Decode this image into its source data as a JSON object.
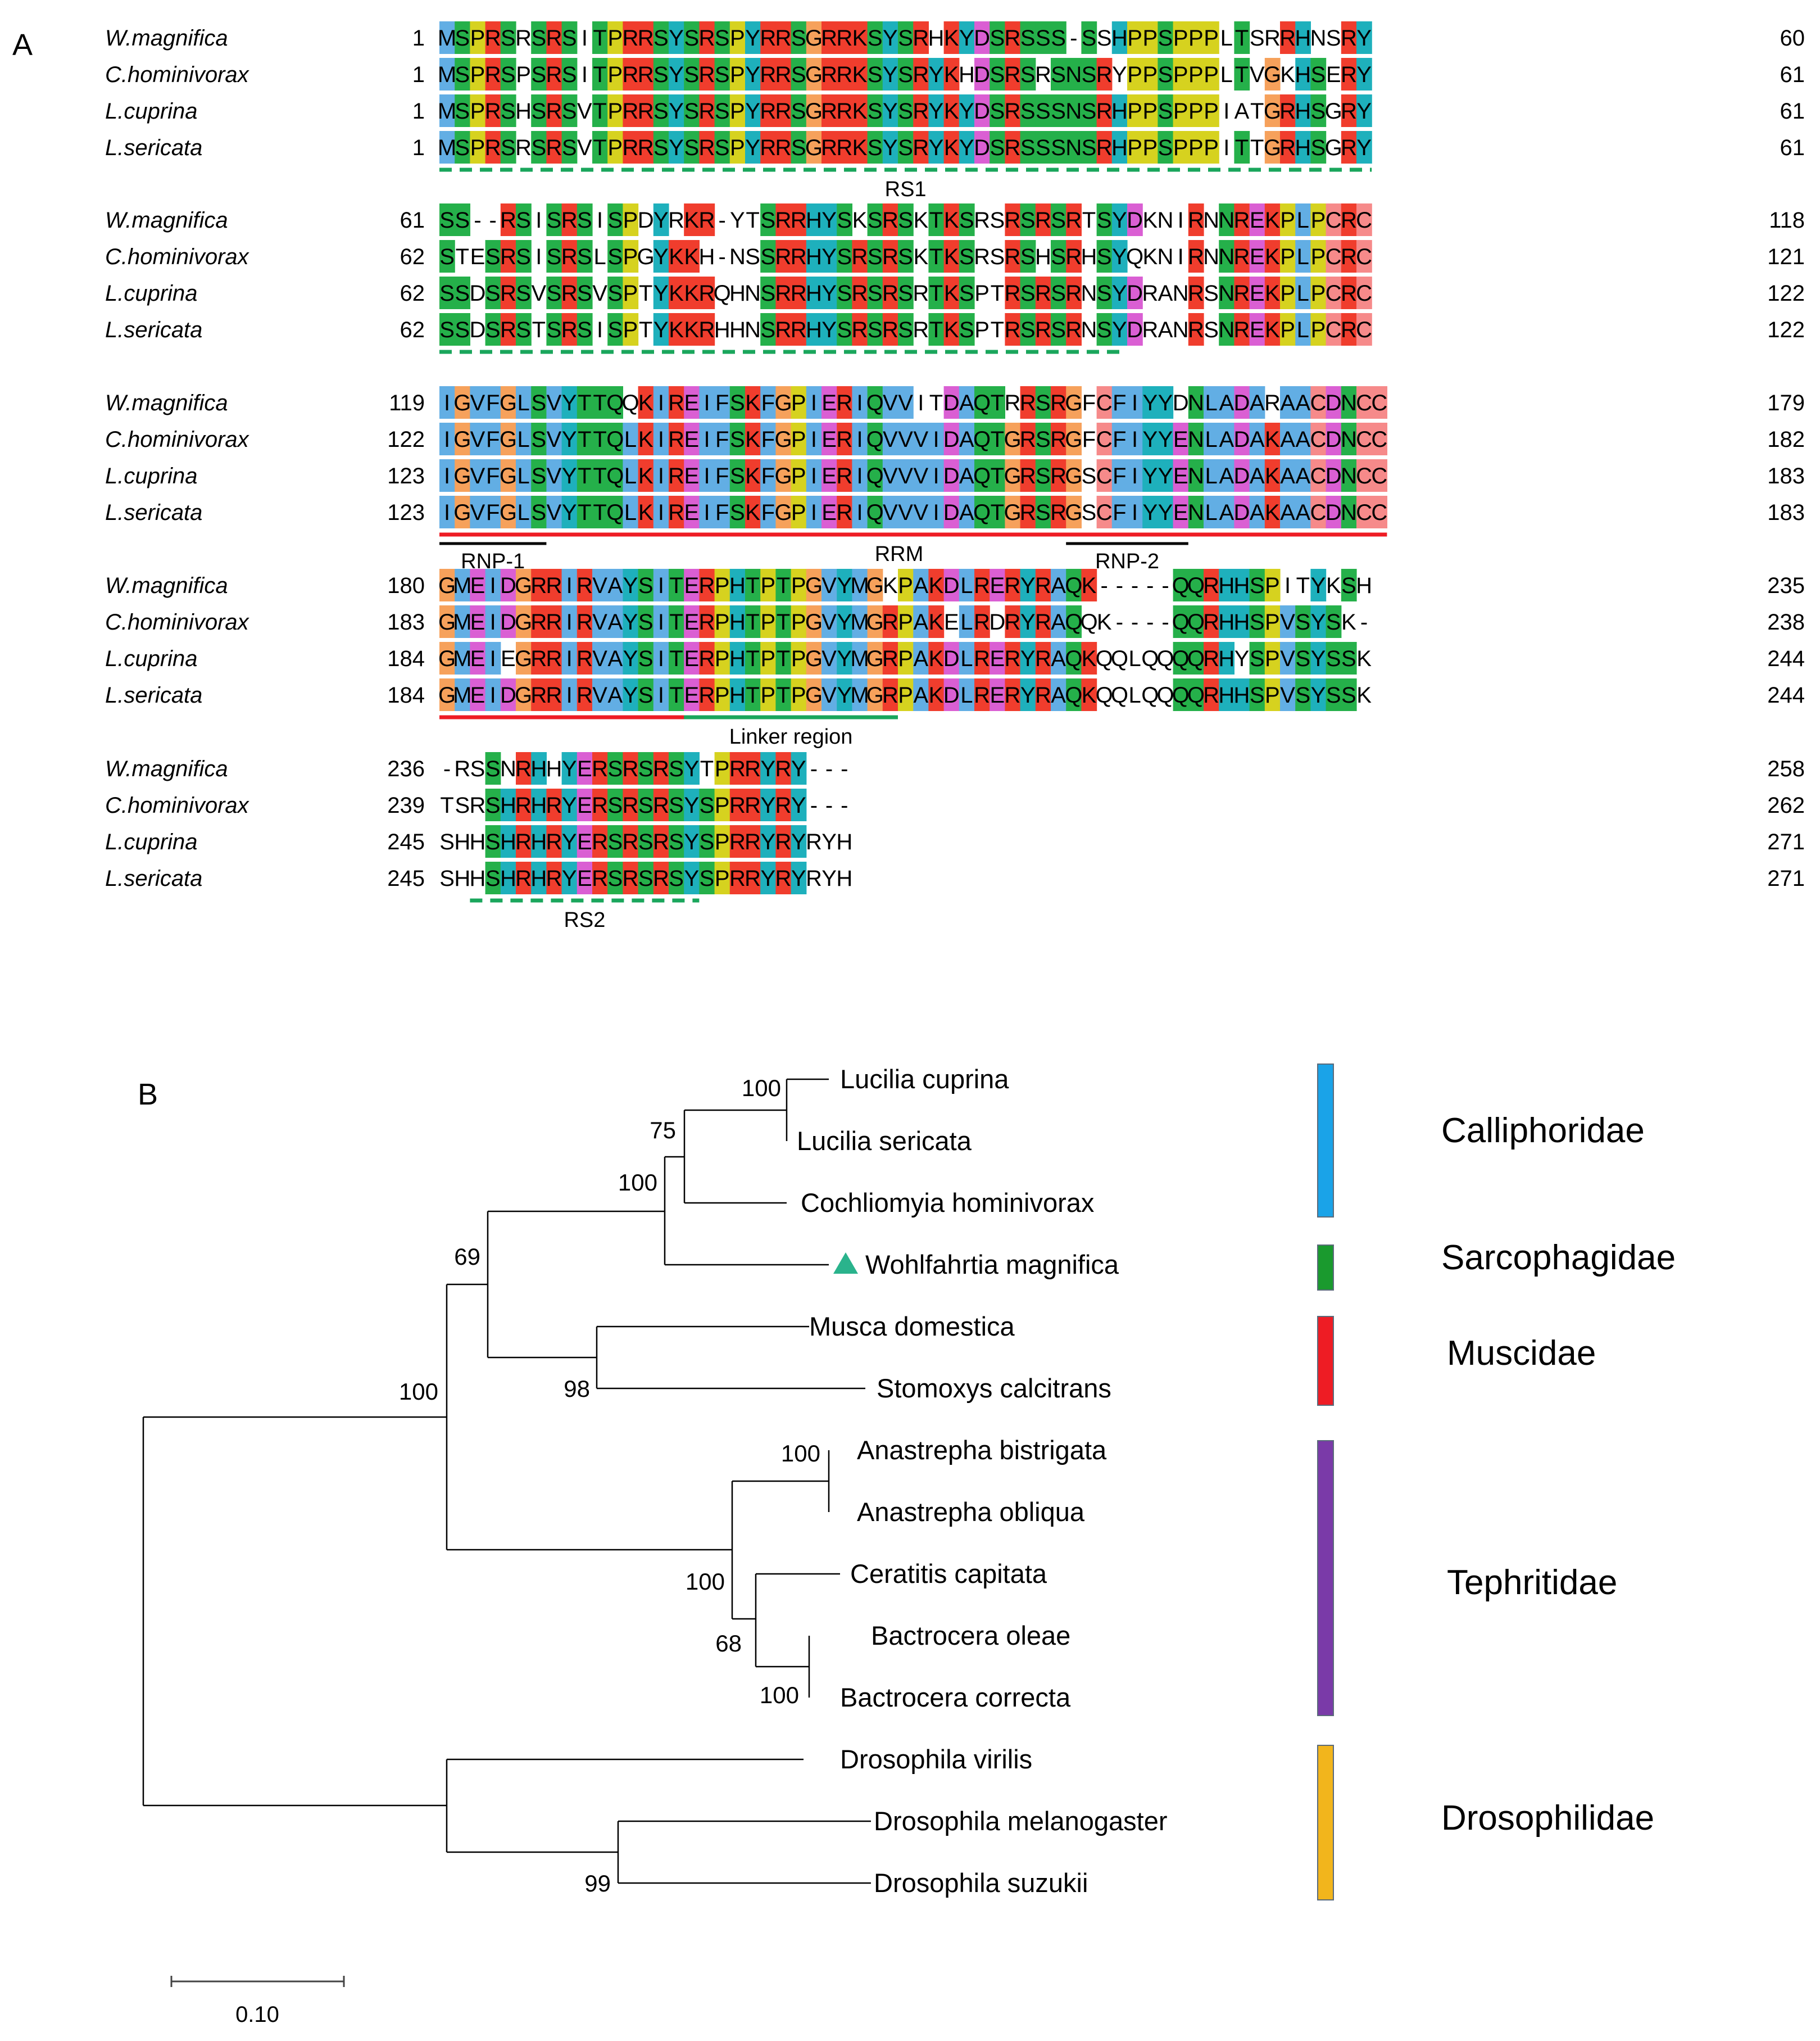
{
  "panel_a": {
    "label": "A",
    "blocks": [
      {
        "rows": [
          {
            "species": "W.magnifica",
            "start": "1",
            "end": "60",
            "seq": "MSPRSRSRSITPRRSYSRSPYRRSGRRKSYSRHKYDSRSSS-SSHPPSPPPLTSRRHNSRY"
          },
          {
            "species": "C.hominivorax",
            "start": "1",
            "end": "61",
            "seq": "MSPRSPSRSITPRRSYSRSPYRRSGRRKSYSRYKHDSRSRSNSRYPPSPPPLTVGKHSERY"
          },
          {
            "species": "L.cuprina",
            "start": "1",
            "end": "61",
            "seq": "MSPRSHSRSVTPRRSYSRSPYRRSGRRKSYSRYKYDSRSSSNSRHPPSPPPIATGRHSGRY"
          },
          {
            "species": "L.sericata",
            "start": "1",
            "end": "61",
            "seq": "MSPRSRSRSVTPRRSYSRSPYRRSGRRKSYSRYKYDSRSSSNSRHPPSPPPITTGRHSGRY"
          }
        ],
        "annotations": [
          {
            "text": "RS1",
            "from": 0,
            "to": 60,
            "style": "green-dash"
          }
        ]
      },
      {
        "rows": [
          {
            "species": "W.magnifica",
            "start": "61",
            "end": "118",
            "seq": "SS--RSISRSISPDYRKR-YTSRRHYSKSRSKTKSRSRSRSRTSYDKNIRNNREKPLPCRC"
          },
          {
            "species": "C.hominivorax",
            "start": "62",
            "end": "121",
            "seq": "STESRSISRSLSPGYKKH-NSSRRHYSRSRSKTKSRSRSHSRHSYQKNIRNNREKPLPCRC"
          },
          {
            "species": "L.cuprina",
            "start": "62",
            "end": "122",
            "seq": "SSDSRSVSRSVSPTYKKRQHNSRRHYSRSRSRTKSPTRSRSRNSYDRANRSNREKPLPCRC"
          },
          {
            "species": "L.sericata",
            "start": "62",
            "end": "122",
            "seq": "SSDSRSTSRSISPTYKKRHHNSRRHYSRSRSRTKSPTRSRSRNSYDRANRSNREKPLPCRC"
          }
        ],
        "annotations": [
          {
            "text": "",
            "from": 0,
            "to": 44,
            "style": "green-dash"
          }
        ]
      },
      {
        "rows": [
          {
            "species": "W.magnifica",
            "start": "119",
            "end": "179",
            "seq": "IGVFGLSVYTTQQKIREIFSKFGPIERIQVVITDAQTRRSRGFCFIYYDNLADARAACDNCC"
          },
          {
            "species": "C.hominivorax",
            "start": "122",
            "end": "182",
            "seq": "IGVFGLSVYTTQLKIREIFSKFGPIERIQVVVIDAQTGRSRGFCFIYYENLADAKAACDNCC"
          },
          {
            "species": "L.cuprina",
            "start": "123",
            "end": "183",
            "seq": "IGVFGLSVYTTQLKIREIFSKFGPIERIQVVVIDAQTGRSRGSCFIYYENLADAKAACDNCC"
          },
          {
            "species": "L.sericata",
            "start": "123",
            "end": "183",
            "seq": "IGVFGLSVYTTQLKIREIFSKFGPIERIQVVVIDAQTGRSRGSCFIYYENLADAKAACDNCC"
          }
        ],
        "annotations": [
          {
            "text": "RNP-1",
            "from": 0,
            "to": 6,
            "style": "black-under"
          },
          {
            "text": "RRM",
            "from": 0,
            "to": 61,
            "style": "red"
          },
          {
            "text": "RNP-2",
            "from": 41,
            "to": 48,
            "style": "black-under"
          }
        ]
      },
      {
        "rows": [
          {
            "species": "W.magnifica",
            "start": "180",
            "end": "235",
            "seq": "GMEIDGRRIRVAYSITERPHTPTPGVYMGKPAKDLRERYRAQK-----QQRHHSPITYKSH"
          },
          {
            "species": "C.hominivorax",
            "start": "183",
            "end": "238",
            "seq": "GMEIDGRRIRVAYSITERPHTPTPGVYMGRPAKELRDRYRAQQK----QQRHHSPVSYSK-"
          },
          {
            "species": "L.cuprina",
            "start": "184",
            "end": "244",
            "seq": "GMEIEGRRIRVAYSITERPHTPTPGVYMGRPAKDLRERYRAQKQQLQQQQRHYSPVSYSSK"
          },
          {
            "species": "L.sericata",
            "start": "184",
            "end": "244",
            "seq": "GMEIDGRRIRVAYSITERPHTPTPGVYMGRPAKDLRERYRAQKQQLQQQQRHHSPVSYSSK"
          }
        ],
        "annotations": [
          {
            "text": "",
            "from": 0,
            "to": 16,
            "style": "red"
          },
          {
            "text": "Linker region",
            "from": 16,
            "to": 29,
            "style": "green-solid"
          }
        ]
      },
      {
        "rows": [
          {
            "species": "W.magnifica",
            "start": "236",
            "end": "258",
            "seq": "-RSSNRHHYERSRSRSYTPRRYRY---"
          },
          {
            "species": "C.hominivorax",
            "start": "239",
            "end": "262",
            "seq": "TSRSHRHRYERSRSRSYSPRRYRY---"
          },
          {
            "species": "L.cuprina",
            "start": "245",
            "end": "271",
            "seq": "SHHSHRHRYERSRSRSYSPRRYRYRYH"
          },
          {
            "species": "L.sericata",
            "start": "245",
            "end": "271",
            "seq": "SHHSHRHRYERSRSRSYSPRRYRYRYH"
          }
        ],
        "annotations": [
          {
            "text": "RS2",
            "from": 2,
            "to": 16,
            "style": "green-dash"
          }
        ]
      }
    ],
    "residue_colors": {
      "R": "#f03d2d",
      "K": "#f03d2d",
      "S": "#25b04a",
      "T": "#25b04a",
      "N": "#25b04a",
      "Q": "#25b04a",
      "Y": "#1eb0bc",
      "H": "#1eb0bc",
      "P": "#d6d21f",
      "G": "#f6a15b",
      "I": "#62aee4",
      "L": "#62aee4",
      "V": "#62aee4",
      "F": "#62aee4",
      "A": "#62aee4",
      "M": "#62aee4",
      "W": "#62aee4",
      "C": "#f68a8a",
      "D": "#da5fd3",
      "E": "#da5fd3"
    },
    "annotation_colors": {
      "green": "#1aa65c",
      "red": "#ee1c24",
      "black": "#000000"
    }
  },
  "panel_b": {
    "label": "B",
    "tree_color": "#000000",
    "marker_color": "#2ab38c",
    "taxa": [
      {
        "name": "Lucilia cuprina",
        "marker": false
      },
      {
        "name": "Lucilia sericata",
        "marker": false
      },
      {
        "name": "Cochliomyia hominivorax",
        "marker": false
      },
      {
        "name": "Wohlfahrtia magnifica",
        "marker": true
      },
      {
        "name": "Musca domestica",
        "marker": false
      },
      {
        "name": "Stomoxys calcitrans",
        "marker": false
      },
      {
        "name": "Anastrepha bistrigata",
        "marker": false
      },
      {
        "name": "Anastrepha obliqua",
        "marker": false
      },
      {
        "name": "Ceratitis capitata",
        "marker": false
      },
      {
        "name": "Bactrocera oleae",
        "marker": false
      },
      {
        "name": "Bactrocera correcta",
        "marker": false
      },
      {
        "name": "Drosophila virilis",
        "marker": false
      },
      {
        "name": "Drosophila melanogaster",
        "marker": false
      },
      {
        "name": "Drosophila suzukii",
        "marker": false
      }
    ],
    "bootstrap": {
      "lucilia": "100",
      "lucilia_cochliomyia": "75",
      "calliphorid_sarcophagid": "100",
      "calliphorid_muscid": "69",
      "muscidae": "98",
      "calyptratae_tephritidae": "100",
      "anastrepha": "100",
      "tephritidae": "100",
      "ceratitis_bactrocera": "68",
      "bactrocera": "100",
      "drosophila": "99"
    },
    "families": [
      {
        "name": "Calliphoridae",
        "color": "#1aa3e8"
      },
      {
        "name": "Sarcophagidae",
        "color": "#1a9a2e"
      },
      {
        "name": "Muscidae",
        "color": "#ee1c24"
      },
      {
        "name": "Tephritidae",
        "color": "#7a3aa8"
      },
      {
        "name": "Drosophilidae",
        "color": "#f2b51c"
      }
    ],
    "scale_bar": {
      "label": "0.10"
    }
  }
}
